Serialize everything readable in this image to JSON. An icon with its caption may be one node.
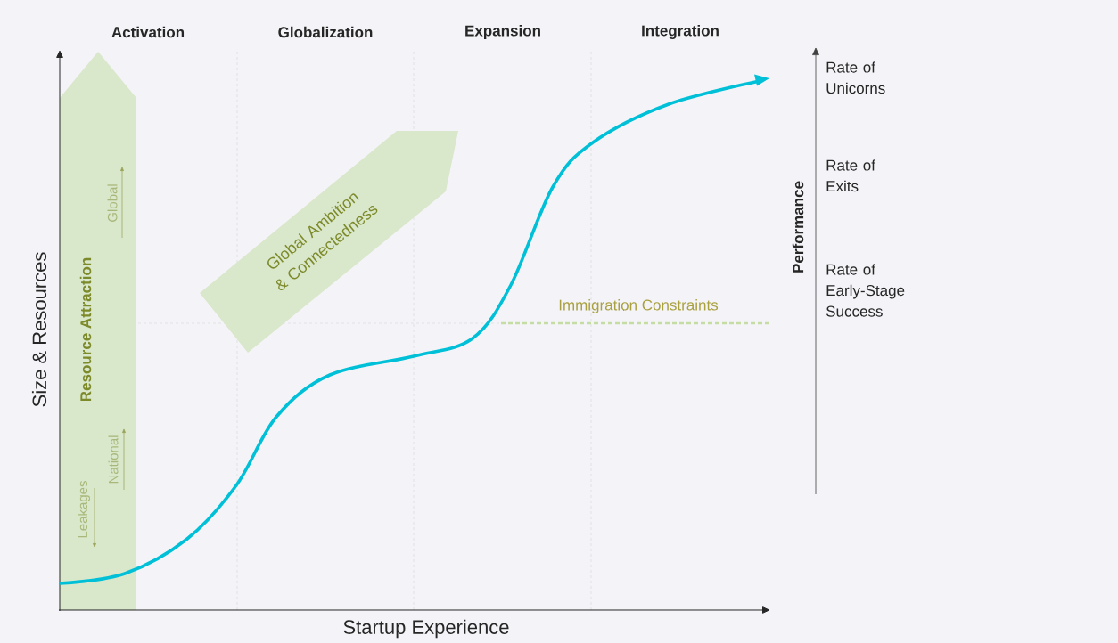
{
  "diagram": {
    "nodes": [
      {
        "text": [
          "Resource Attraction"
        ]
      },
      {
        "text": [
          "Global Ambition & Connectedness"
        ]
      }
    ],
    "labels": [
      "Activation",
      "Globalization",
      "Expansion",
      "Integration",
      "Size & Resources",
      "Startup Experience",
      "Global",
      "National",
      "Leakages",
      "Immigration Constraints",
      "Performance",
      "Rate of Unicorns",
      "Rate of Exits",
      "Rate of Early-Stage Success"
    ]
  }
}
